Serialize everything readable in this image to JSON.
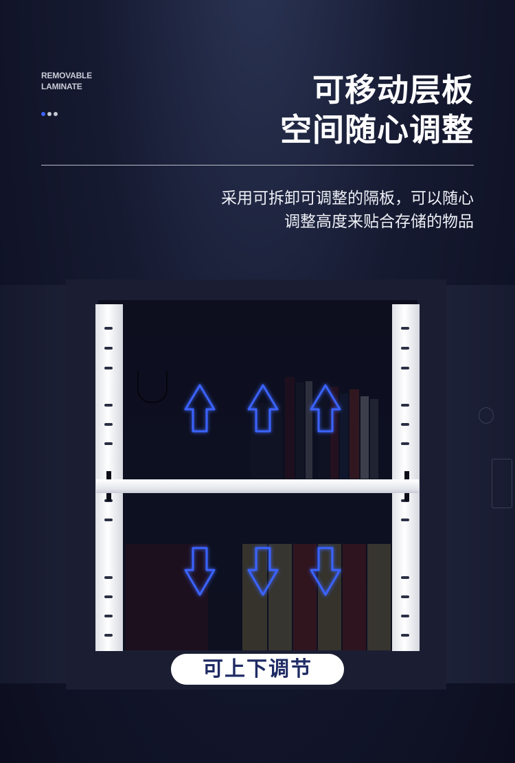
{
  "header": {
    "en_line1": "REMOVABLE",
    "en_line2": "LAMINATE",
    "title_line1": "可移动层板",
    "title_line2": "空间随心调整"
  },
  "description": {
    "line1": "采用可拆卸可调整的隔板，可以随心",
    "line2": "调整高度来贴合存储的物品"
  },
  "badge": {
    "label": "可上下调节"
  },
  "colors": {
    "accent": "#3f63ff",
    "arrow_glow": "#2f5bff",
    "background": "#0f1124",
    "badge_text": "#1f2b64"
  },
  "icons": {
    "up": "arrow-up-icon",
    "down": "arrow-down-icon"
  }
}
